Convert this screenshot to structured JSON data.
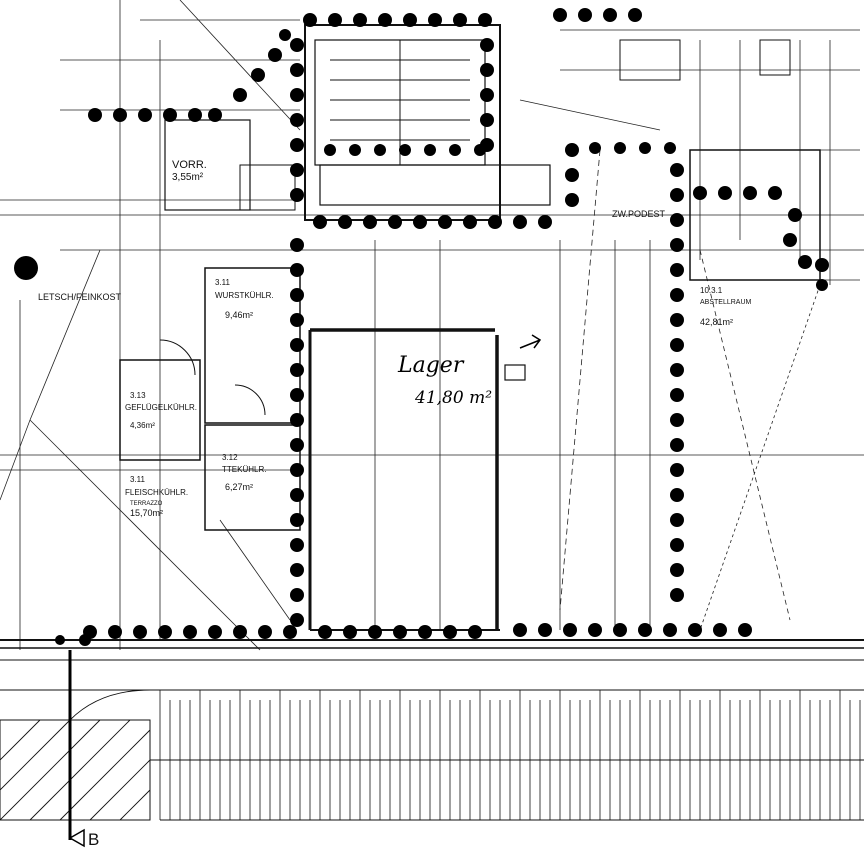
{
  "drawing": {
    "labels": {
      "vorr": "VORR.",
      "vorr_area": "3,55m²",
      "letsch": "LETSCH/FEINKOST",
      "room_311a_no": "3.11",
      "room_311a_name": "WURSTKÜHLR.",
      "room_311a_area": "9,46m²",
      "room_313_no": "3.13",
      "room_313_name": "GEFLÜGELKÜHLR.",
      "room_313_area": "4,36m²",
      "room_312_no": "3.12",
      "room_312_name": "TTEKÜHLR.",
      "room_312_area": "6,27m²",
      "room_311b_no": "3.11",
      "room_311b_name": "FLEISCHKÜHLR.",
      "room_311b_area": "15,70m²",
      "room_331_no": "10.3.1",
      "room_331_name": "ABSTELLRAUM",
      "room_331_area": "42,81m²",
      "zwischenpodest": "ZW.PODEST",
      "lager_name": "Lager",
      "lager_area": "41,80 m²",
      "section_mark": "B",
      "terrazzo": "TERRAZZO"
    },
    "colors": {
      "ink": "#111111",
      "paper": "#ffffff"
    }
  }
}
